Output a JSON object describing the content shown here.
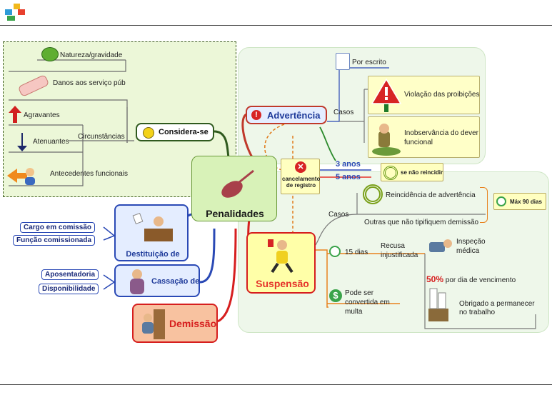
{
  "diagram": {
    "center": "Penalidades",
    "considera": {
      "label": "Considera-se",
      "items": [
        "Natureza/gravidade",
        "Danos aos serviço púb",
        "Agravantes",
        "Atenuantes",
        "Antecedentes funcionais"
      ],
      "circ": "Circunstâncias"
    },
    "advertencia": {
      "label": "Advertência",
      "escrito": "Por escrito",
      "casos": "Casos",
      "violacao": "Violação das proibições",
      "inobs": "Inobservância do dever funcional"
    },
    "cancel": {
      "label": "cancelamento de registro",
      "tres": "3 anos",
      "cinco": "5 anos",
      "reincidir": "se não reincidir"
    },
    "suspensao": {
      "label": "Suspensão",
      "casos": "Casos",
      "reinc": "Reincidência de advertência",
      "outras": "Outras que não tipifiquem demissão",
      "max": "Máx 90 dias",
      "quinze": "15 dias",
      "recusa": "Recusa injustificada",
      "inspecao": "Inspeção médica",
      "multa": "Pode ser convertida em multa",
      "pct": "50%",
      "pctRest": " por dia de vencimento",
      "obrigado": "Obrigado a permanecer no trabalho"
    },
    "destituicao": {
      "label": "Destituição de",
      "items": [
        "Cargo em comissão",
        "Função comissionada"
      ]
    },
    "cassacao": {
      "label": "Cassação de",
      "items": [
        "Aposentadoria",
        "Disponibilidade"
      ]
    },
    "demissao": "Demissão"
  },
  "colors": {
    "blue": "#2a49b5",
    "red": "#d61e1e",
    "orange": "#e8821e",
    "green": "#2a6e2a"
  }
}
